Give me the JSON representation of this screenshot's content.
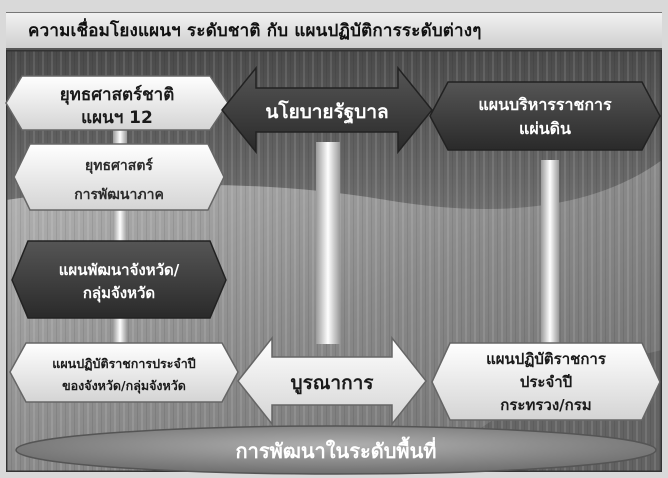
{
  "title": "ความเชื่อมโยงแผนฯ ระดับชาติ กับ แผนปฏิบัติการระดับต่างๆ",
  "left_column": {
    "box1_line1": "ยุทธศาสตร์ชาติ",
    "box1_line2": "แผนฯ 12",
    "box2_line1": "ยุทธศาสตร์",
    "box2_line2": "การพัฒนาภาค",
    "box3_line1": "แผนพัฒนาจังหวัด/",
    "box3_line2": "กลุ่มจังหวัด",
    "box4_line1": "แผนปฏิบัติราชการประจำปี",
    "box4_line2": "ของจังหวัด/กลุ่มจังหวัด"
  },
  "center_column": {
    "top_arrow_label": "นโยบายรัฐบาล",
    "bottom_arrow_label": "บูรณาการ"
  },
  "right_column": {
    "top_line1": "แผนบริหารราชการ",
    "top_line2": "แผ่นดิน",
    "bottom_line1": "แผนปฏิบัติราชการ",
    "bottom_line2": "ประจำปี",
    "bottom_line3": "กระทรวง/กรม"
  },
  "base": {
    "label": "การพัฒนาในระดับพื้นที่"
  },
  "colors": {
    "dark_box": "#3c3c3c",
    "light_box": "#eeeeee",
    "ellipse": "#8c8c8c",
    "background_sky": "#6f6f6f",
    "background_water": "#9a9a9a"
  }
}
